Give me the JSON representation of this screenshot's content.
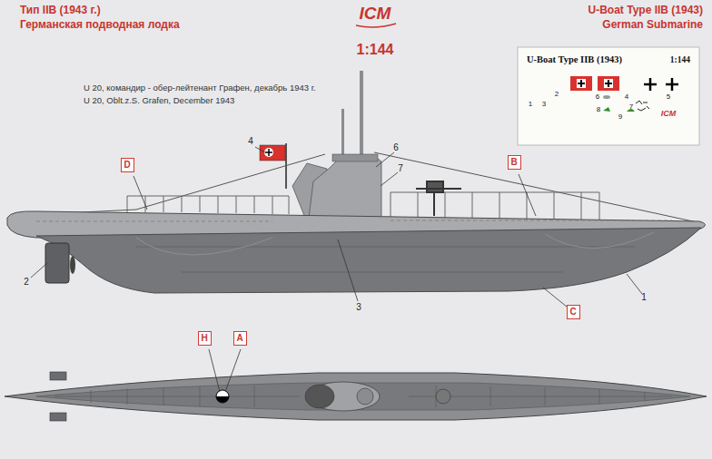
{
  "diagram": {
    "nodes": [
      {
        "text": [
          "U-Boat Type IIB (1943)",
          "1:144",
          "1",
          "2",
          "3",
          "4",
          "5",
          "6",
          "7",
          "8",
          "9",
          "ICM"
        ]
      },
      {
        "text": [
          "D"
        ]
      },
      {
        "text": [
          "B"
        ]
      },
      {
        "text": [
          "C"
        ]
      },
      {
        "text": [
          "H"
        ]
      },
      {
        "text": [
          "A"
        ]
      }
    ],
    "labels": [
      "Тип IIB (1943 г.)",
      "Германская подводная лодка",
      "ICM",
      "1:144",
      "U-Boat Type IIB (1943)",
      "German Submarine",
      "U 20, командир - обер-лейтенант Графен, декабрь 1943 г.",
      "U 20, Oblt.z.S. Grafen, December 1943",
      "4",
      "6",
      "7",
      "2",
      "3",
      "1"
    ]
  }
}
